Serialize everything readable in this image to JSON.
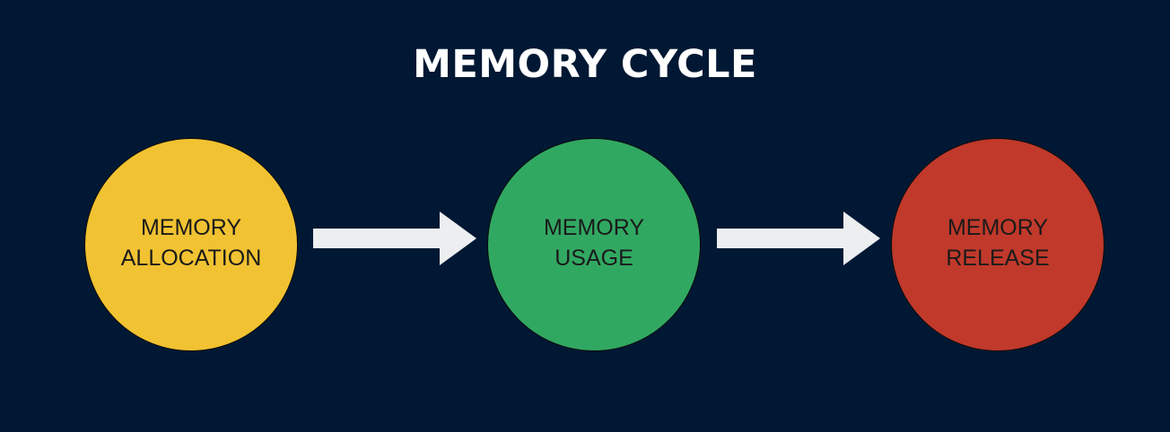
{
  "diagram": {
    "title": "MEMORY CYCLE",
    "background_color": "#001833",
    "arrow_color": "#eceef0",
    "nodes": [
      {
        "label": "MEMORY\nALLOCATION",
        "color": "#f1c232"
      },
      {
        "label": "MEMORY\nUSAGE",
        "color": "#31a862"
      },
      {
        "label": "MEMORY\nRELEASE",
        "color": "#c0392b"
      }
    ],
    "edges": [
      {
        "from": 0,
        "to": 1,
        "style": "block-arrow"
      },
      {
        "from": 1,
        "to": 2,
        "style": "block-arrow"
      }
    ]
  }
}
